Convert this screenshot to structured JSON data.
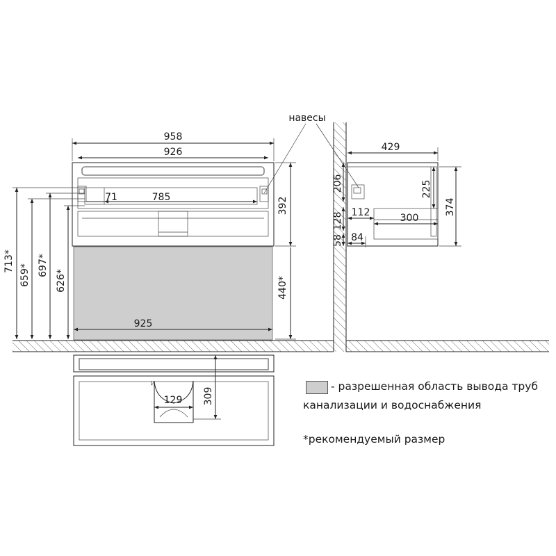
{
  "dimensions": {
    "overall_width": "958",
    "inner_width": "926",
    "drawer_inner": "785",
    "rail_offset": "71",
    "top_height": "392",
    "bottom_height": "440*",
    "pipe_width": "925",
    "h713": "713*",
    "h659": "659*",
    "h697": "697*",
    "h626": "626*",
    "depth": "429",
    "side_206": "206",
    "side_225": "225",
    "side_374": "374",
    "side_112": "112",
    "side_128": "128",
    "side_300": "300",
    "side_58": "58",
    "side_84": "84",
    "plan_129": "129",
    "plan_309": "309"
  },
  "labels": {
    "hinges": "навесы"
  },
  "legend": {
    "line1": "- разрешенная область вывода труб",
    "line2": "канализации и водоснабжения",
    "note": "*рекомендуемый размер"
  },
  "colors": {
    "allowed_area": "#cecece",
    "line": "#222222"
  }
}
